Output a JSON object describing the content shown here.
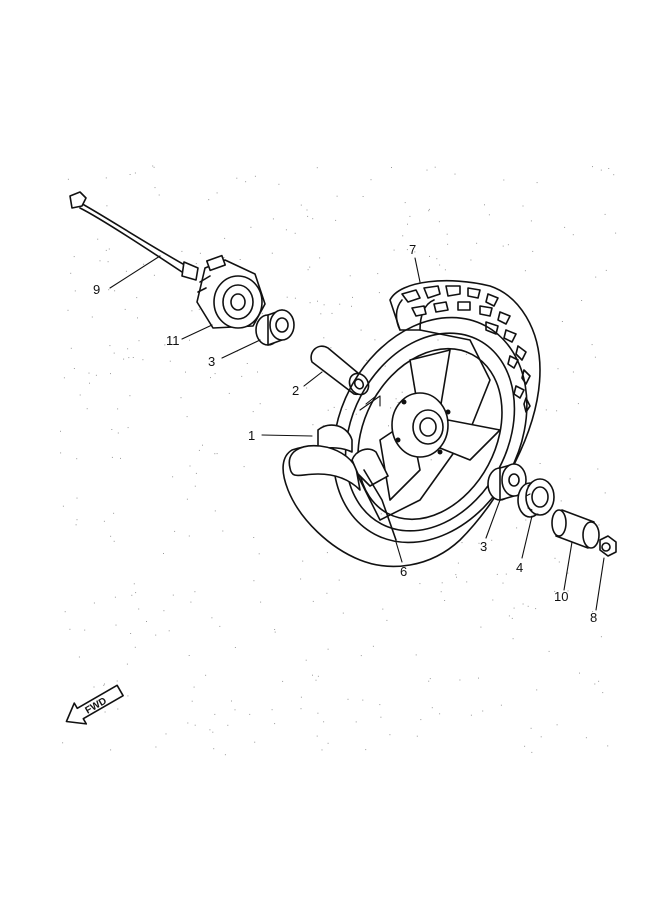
{
  "callouts": [
    {
      "id": "1",
      "text": "1"
    },
    {
      "id": "2",
      "text": "2"
    },
    {
      "id": "3a",
      "text": "3"
    },
    {
      "id": "3b",
      "text": "3"
    },
    {
      "id": "4",
      "text": "4"
    },
    {
      "id": "6",
      "text": "6"
    },
    {
      "id": "7",
      "text": "7"
    },
    {
      "id": "8",
      "text": "8"
    },
    {
      "id": "9",
      "text": "9"
    },
    {
      "id": "10",
      "text": "10"
    },
    {
      "id": "11",
      "text": "11"
    }
  ],
  "direction_arrow": {
    "text": "FWD"
  },
  "colors": {
    "ink": "#111111",
    "paper": "#ffffff"
  }
}
